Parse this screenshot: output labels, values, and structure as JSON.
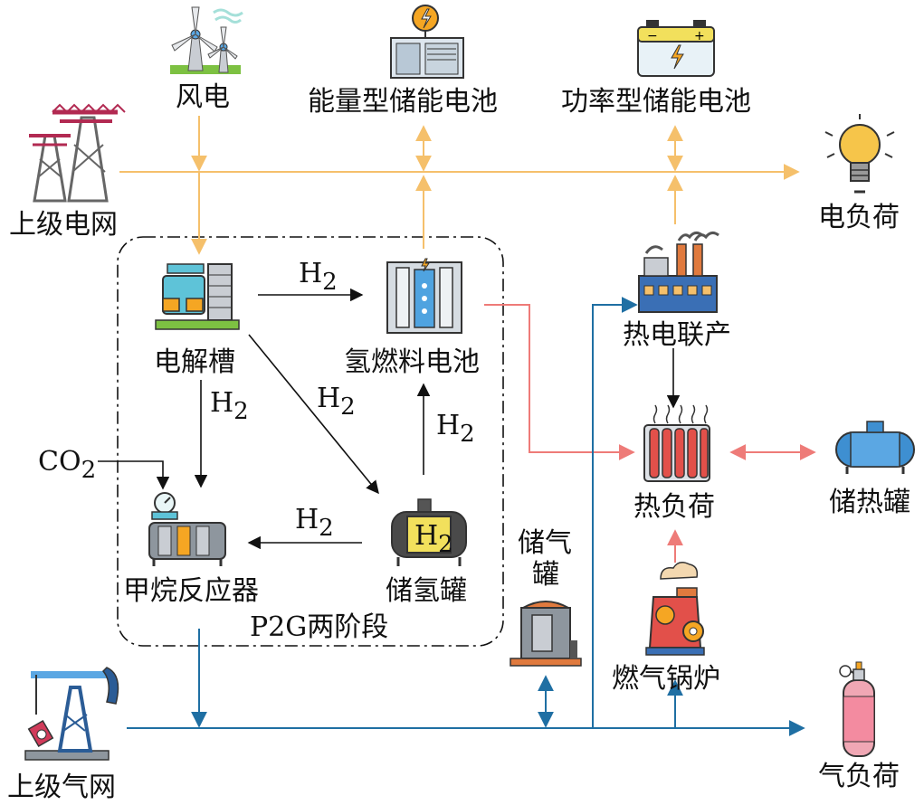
{
  "labels": {
    "wind": "风电",
    "grid_power": "上级电网",
    "energy_battery": "能量型储能电池",
    "power_battery": "功率型储能电池",
    "elec_load": "电负荷",
    "electrolyzer": "电解槽",
    "fuel_cell": "氢燃料电池",
    "chp": "热电联产",
    "heat_load": "热负荷",
    "heat_tank": "储热罐",
    "methane_reactor": "甲烷反应器",
    "h2_tank": "储氢罐",
    "gas_storage_1": "储气",
    "gas_storage_2": "罐",
    "gas_boiler": "燃气锅炉",
    "grid_gas": "上级气网",
    "gas_load": "气负荷",
    "p2g": "P2G两阶段"
  },
  "flow_labels": {
    "h2_base": "H",
    "h2_sub": "2",
    "co2_base": "CO",
    "co2_sub": "2",
    "tank_letter": "H",
    "tank_sub": "2"
  },
  "colors": {
    "electric": "#F5C06B",
    "heat": "#EE7B78",
    "gas": "#1F6FA3",
    "hydrogen": "#111111"
  }
}
